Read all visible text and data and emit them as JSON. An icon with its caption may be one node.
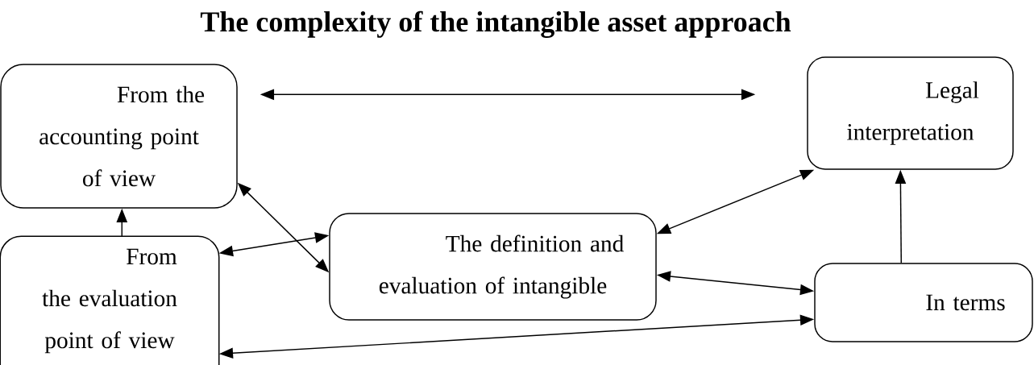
{
  "diagram": {
    "title": "The complexity of the intangible asset approach",
    "nodes": [
      {
        "text": [
          "From the accounting point of view"
        ]
      },
      {
        "text": [
          "Legal interpretation"
        ]
      },
      {
        "text": [
          "The definition and evaluation of intangible"
        ]
      },
      {
        "text": [
          "From the evaluation point of view"
        ]
      },
      {
        "text": [
          "In terms"
        ]
      }
    ],
    "edges": [
      {
        "from": 0,
        "to": 1,
        "arrow": "both"
      },
      {
        "from": 3,
        "to": 0,
        "arrow": "to"
      },
      {
        "from": 0,
        "to": 2,
        "arrow": "both"
      },
      {
        "from": 3,
        "to": 2,
        "arrow": "both"
      },
      {
        "from": 2,
        "to": 1,
        "arrow": "both"
      },
      {
        "from": 2,
        "to": 4,
        "arrow": "both"
      },
      {
        "from": 4,
        "to": 1,
        "arrow": "to"
      },
      {
        "from": 3,
        "to": 4,
        "arrow": "both"
      }
    ]
  }
}
